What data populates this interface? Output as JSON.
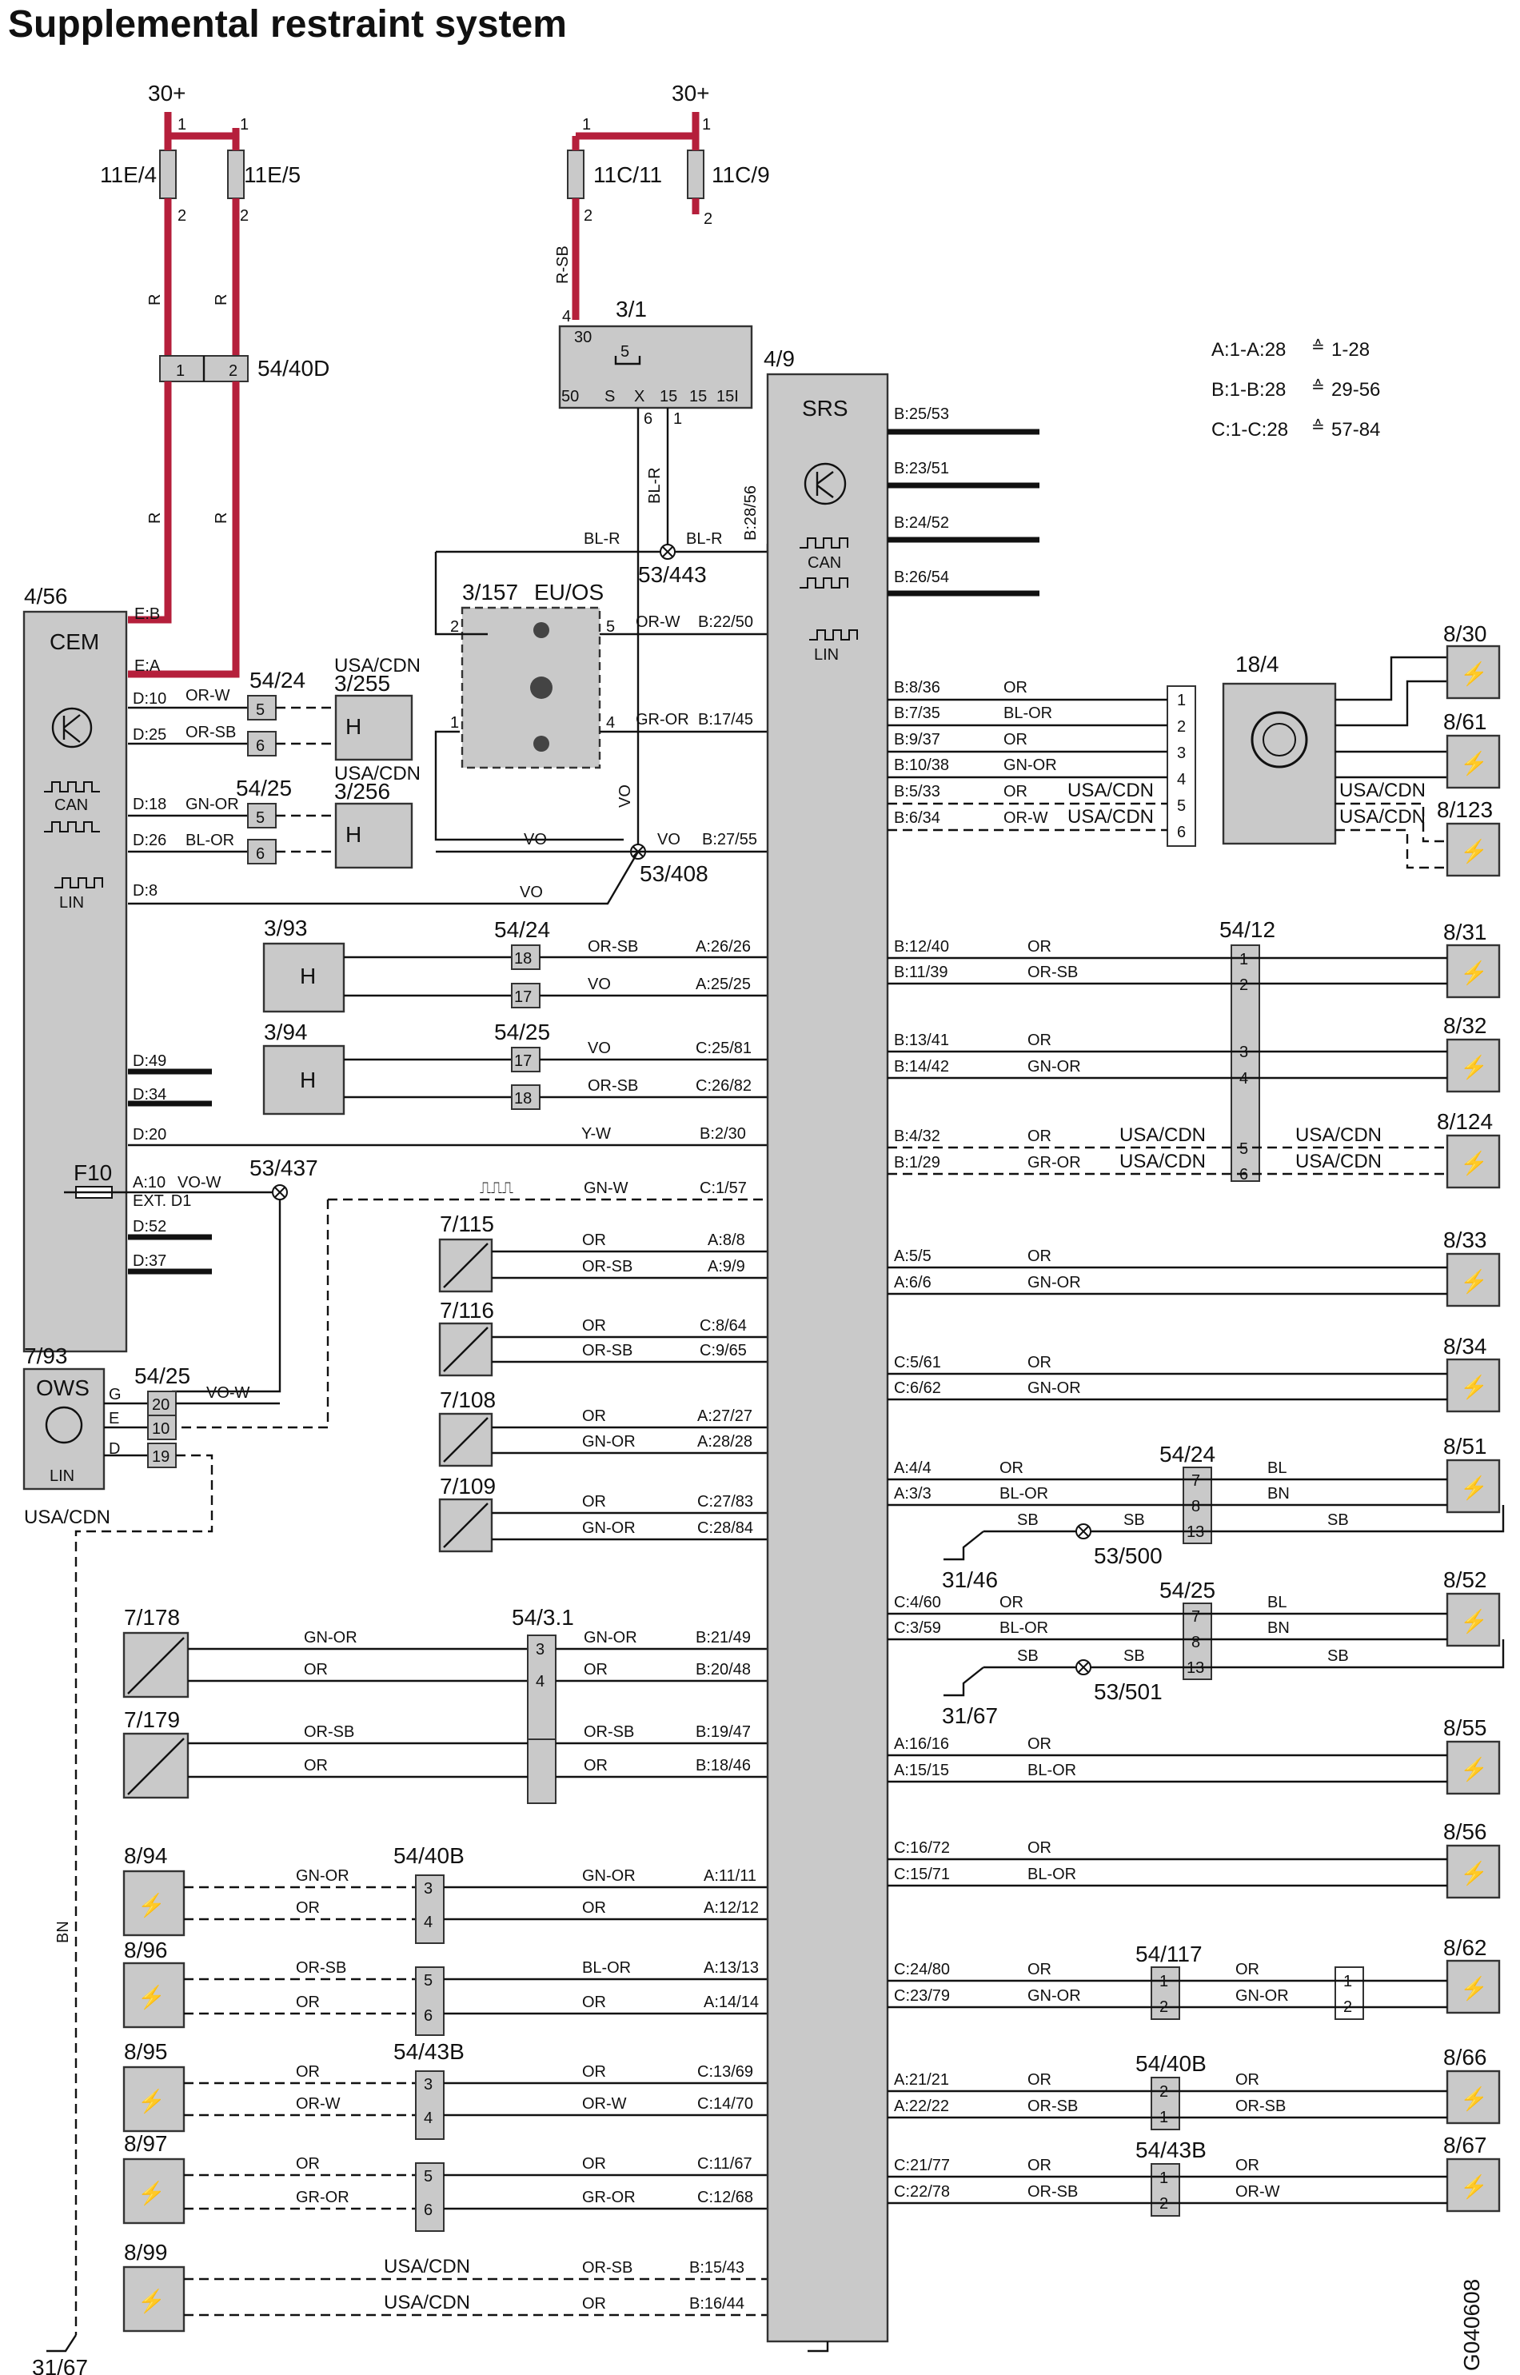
{
  "title": "Supplemental restraint system",
  "figure_id": "G040608",
  "legend": [
    {
      "label": "A:1-A:28",
      "range": "1-28"
    },
    {
      "label": "B:1-B:28",
      "range": "29-56"
    },
    {
      "label": "C:1-C:28",
      "range": "57-84"
    }
  ],
  "supply": [
    {
      "label": "30+",
      "fuses": [
        "11E/4",
        "11E/5"
      ],
      "pins": [
        "1",
        "2"
      ]
    },
    {
      "label": "30+",
      "fuses": [
        "11C/11",
        "11C/9"
      ],
      "pins": [
        "1",
        "2"
      ]
    }
  ],
  "modules": {
    "cem": {
      "id": "4/56",
      "name": "CEM",
      "can": "CAN",
      "lin": "LIN",
      "fuse": "F10",
      "ext": "EXT. D1"
    },
    "srs": {
      "id": "4/9",
      "name": "SRS",
      "can": "CAN",
      "lin": "LIN"
    },
    "ows": {
      "id": "7/93",
      "name": "OWS",
      "lin": "LIN",
      "market": "USA/CDN",
      "pins": [
        "G",
        "E",
        "D"
      ]
    },
    "ignition": {
      "id": "3/1",
      "pins": [
        "50",
        "S",
        "X",
        "15",
        "15",
        "15I"
      ],
      "top": [
        "4",
        "30"
      ],
      "bottom": [
        "6",
        "1"
      ]
    },
    "occ_sensor": {
      "id": "3/157",
      "market": "EU/OS"
    },
    "rotary": {
      "id": "18/4"
    }
  },
  "connectors": {
    "c5440d": "54/40D",
    "c5424a": "54/24",
    "c5425a": "54/25",
    "c5424b": "54/24",
    "c5425b": "54/25",
    "c5425c": "54/25",
    "c5412": "54/12",
    "c5424c": "54/24",
    "c5425d": "54/25",
    "c5431": "54/3.1",
    "c5440b": "54/40B",
    "c5443b": "54/43B",
    "c54117": "54/117",
    "c5440b2": "54/40B",
    "c5443b2": "54/43B"
  },
  "splices": {
    "s53443": "53/443",
    "s53408": "53/408",
    "s53437": "53/437",
    "s53500": "53/500",
    "s53501": "53/501"
  },
  "grounds": {
    "g3146": "31/46",
    "g3167a": "31/67",
    "g3167b": "31/67"
  },
  "wire_colors": {
    "r": "R",
    "rsb": "R-SB",
    "blr": "BL-R",
    "vo": "VO",
    "orw": "OR-W",
    "grOr": "GR-OR",
    "or": "OR",
    "orsb": "OR-SB",
    "gnor": "GN-OR",
    "blor": "BL-OR",
    "yw": "Y-W",
    "gnw": "GN-W",
    "vow": "VO-W",
    "bl": "BL",
    "bn": "BN",
    "sb": "SB",
    "usacdn": "USA/CDN",
    "orw2": "OR-W"
  },
  "cem_pins": [
    "E:B",
    "E:A",
    "D:10",
    "D:25",
    "D:18",
    "D:26",
    "D:8",
    "D:49",
    "D:34",
    "D:20",
    "A:10",
    "D:52",
    "D:37"
  ],
  "left_devices": [
    {
      "id": "3/255",
      "market": "USA/CDN"
    },
    {
      "id": "3/256",
      "market": "USA/CDN"
    },
    {
      "id": "3/93"
    },
    {
      "id": "3/94"
    },
    {
      "id": "7/115"
    },
    {
      "id": "7/116"
    },
    {
      "id": "7/108"
    },
    {
      "id": "7/109"
    },
    {
      "id": "7/178"
    },
    {
      "id": "7/179"
    },
    {
      "id": "8/94"
    },
    {
      "id": "8/96"
    },
    {
      "id": "8/95"
    },
    {
      "id": "8/97"
    },
    {
      "id": "8/99"
    }
  ],
  "srs_left_pins": [
    "B:28/56",
    "B:22/50",
    "B:17/45",
    "B:27/55",
    "A:26/26",
    "A:25/25",
    "C:25/81",
    "C:26/82",
    "B:2/30",
    "C:1/57",
    "A:8/8",
    "A:9/9",
    "C:8/64",
    "C:9/65",
    "A:27/27",
    "A:28/28",
    "C:27/83",
    "C:28/84",
    "B:21/49",
    "B:20/48",
    "B:19/47",
    "B:18/46",
    "A:11/11",
    "A:12/12",
    "A:13/13",
    "A:14/14",
    "C:13/69",
    "C:14/70",
    "C:11/67",
    "C:12/68",
    "B:15/43",
    "B:16/44"
  ],
  "srs_right_pins": [
    "B:25/53",
    "B:23/51",
    "B:24/52",
    "B:26/54",
    "B:8/36",
    "B:7/35",
    "B:9/37",
    "B:10/38",
    "B:5/33",
    "B:6/34",
    "B:12/40",
    "B:11/39",
    "B:13/41",
    "B:14/42",
    "B:4/32",
    "B:1/29",
    "A:5/5",
    "A:6/6",
    "C:5/61",
    "C:6/62",
    "A:4/4",
    "A:3/3",
    "C:4/60",
    "C:3/59",
    "A:16/16",
    "A:15/15",
    "C:16/72",
    "C:15/71",
    "C:24/80",
    "C:23/79",
    "A:21/21",
    "A:22/22",
    "C:21/77",
    "C:22/78"
  ],
  "right_devices": [
    "8/30",
    "8/61",
    "8/123",
    "8/31",
    "8/32",
    "8/124",
    "8/33",
    "8/34",
    "8/51",
    "8/52",
    "8/55",
    "8/56",
    "8/62",
    "8/66",
    "8/67"
  ],
  "markers": {
    "pulse": "⎍⎍⎍",
    "ohm": "H",
    "ows_pin_nums": [
      "20",
      "10",
      "19"
    ]
  }
}
